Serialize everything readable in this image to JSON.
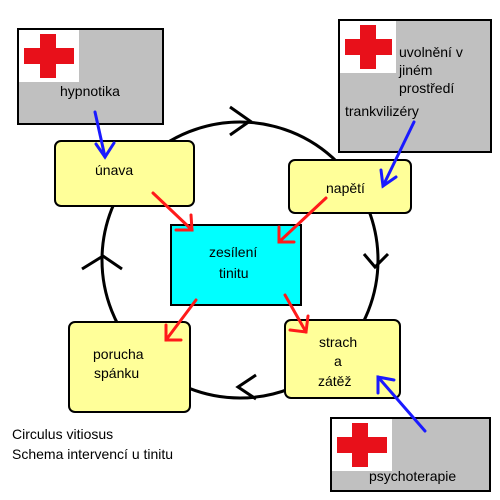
{
  "colors": {
    "node_fill": "#ffff99",
    "center_fill": "#00ffff",
    "treatment_fill": "#c0c0c0",
    "red_cross": "#e8101a",
    "cause_arrow": "#ff1a1a",
    "intervention_arrow": "#1a1aff"
  },
  "diagram": {
    "center": {
      "line1": "zesílení",
      "line2": "tinitu"
    },
    "nodes": {
      "unava": "únava",
      "napeti": "napětí",
      "poruchaSpanku": {
        "line1": "porucha",
        "line2": "spánku"
      },
      "strachZatez": {
        "line1": "strach",
        "line2": "a",
        "line3": "zátěž"
      }
    },
    "treatments": {
      "hypnotika": "hypnotika",
      "trankvilizery": {
        "line1": "uvolnění v",
        "line2": "jiném",
        "line3": "prostředí",
        "line4": "trankvilizéry"
      },
      "psychoterapie": "psychoterapie"
    },
    "caption": {
      "line1": "Circulus vitiosus",
      "line2": "Schema intervencí u tinitu"
    }
  }
}
